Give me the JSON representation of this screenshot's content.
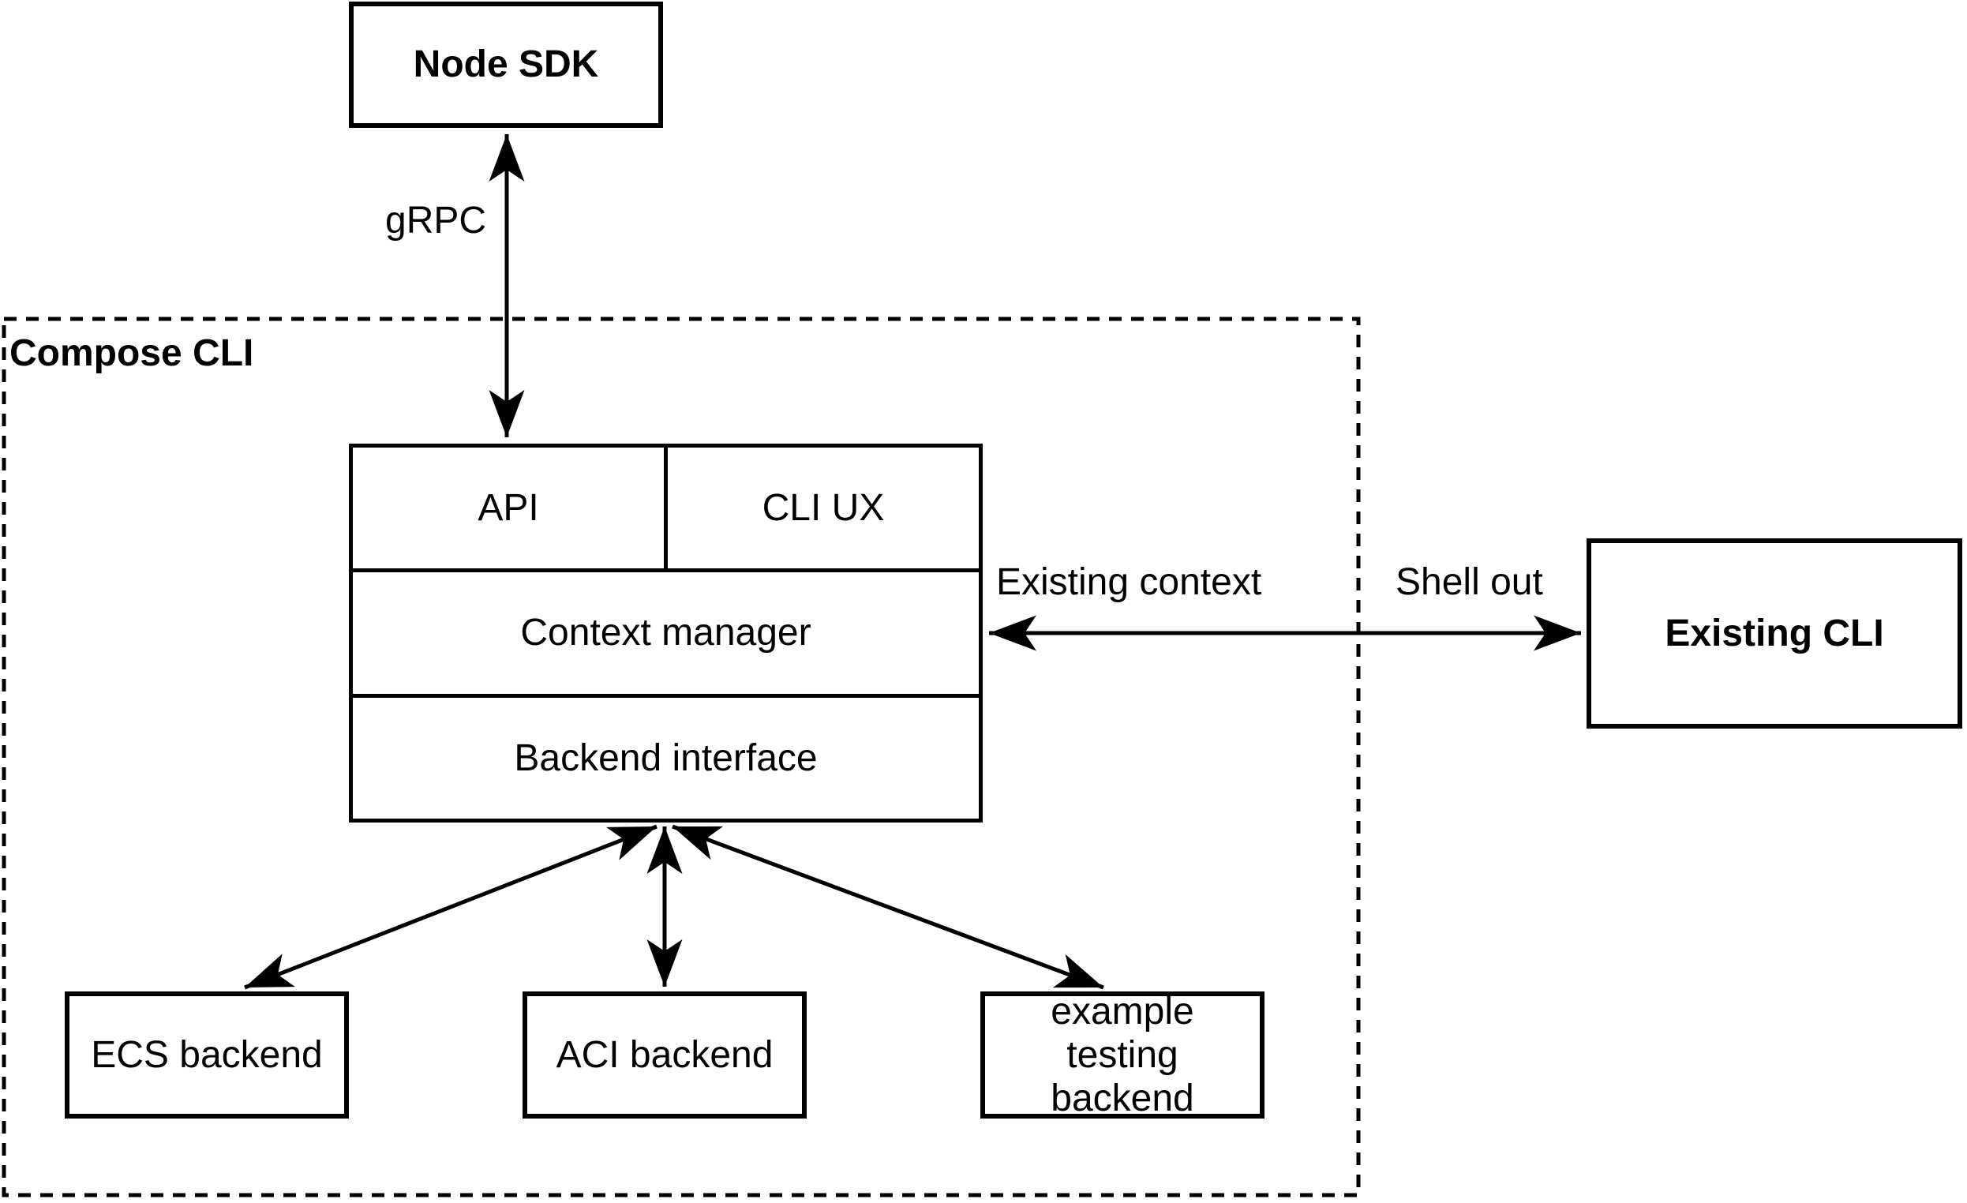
{
  "diagram": {
    "background": "#ffffff",
    "stroke_color": "#000000",
    "nodes": {
      "node_sdk": {
        "label": "Node SDK"
      },
      "compose_cli_group": {
        "label": "Compose CLI"
      },
      "api": {
        "label": "API"
      },
      "cli_ux": {
        "label": "CLI UX"
      },
      "context_manager": {
        "label": "Context manager"
      },
      "backend_interface": {
        "label": "Backend interface"
      },
      "existing_cli": {
        "label": "Existing CLI"
      },
      "ecs_backend": {
        "label": "ECS backend"
      },
      "aci_backend": {
        "label": "ACI backend"
      },
      "example_testing_backend": {
        "label": "example testing backend"
      }
    },
    "edge_labels": {
      "grpc": "gRPC",
      "existing_context": "Existing context",
      "shell_out": "Shell out"
    }
  }
}
